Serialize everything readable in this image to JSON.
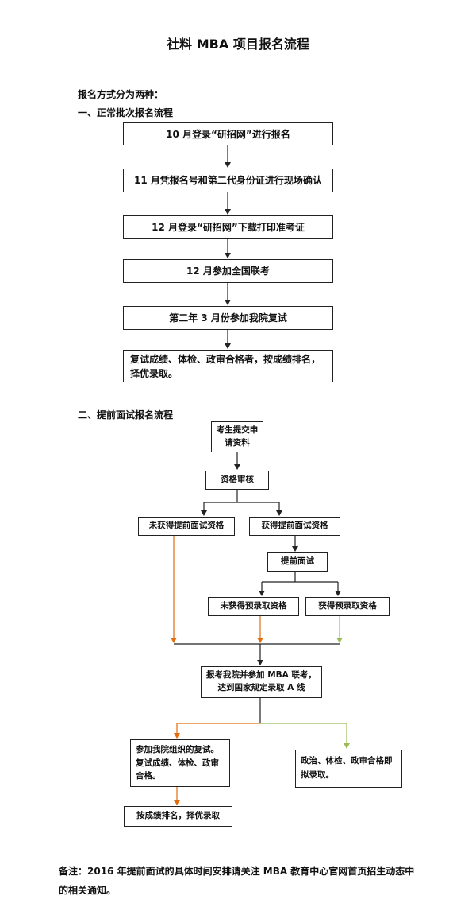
{
  "title": "社料 MBA 项目报名流程",
  "intro": "报名方式分为两种：",
  "section1": {
    "heading": "一、正常批次报名流程",
    "steps": [
      "10 月登录“研招网”进行报名",
      "11 月凭报名号和第二代身份证进行现场确认",
      "12 月登录“研招网”下载打印准考证",
      "12 月参加全国联考",
      "第二年 3 月份参加我院复试",
      "复试成绩、体检、政审合格者，按成绩排名，择优录取。"
    ]
  },
  "section2": {
    "heading": "二、提前面试报名流程",
    "submit": "考生提交申请资料",
    "review": "资格审核",
    "not_qualified": "未获得提前面试资格",
    "qualified": "获得提前面试资格",
    "interview": "提前面试",
    "not_admitted": "未获得预录取资格",
    "admitted": "获得预录取资格",
    "exam": "报考我院并参加 MBA 联考，达到国家规定录取 A 线",
    "retest": "参加我院组织的复试。复试成绩、体检、政审合格。",
    "ranking": "按成绩排名，择优录取",
    "politics": "政治、体检、政审合格即拟录取。"
  },
  "note": "备注：2016 年提前面试的具体时间安排请关注 MBA 教育中心官网首页招生动态中的相关通知。",
  "colors": {
    "orange_arrow": "#e36c0a",
    "green_arrow": "#9bbb59",
    "line": "#222222"
  }
}
